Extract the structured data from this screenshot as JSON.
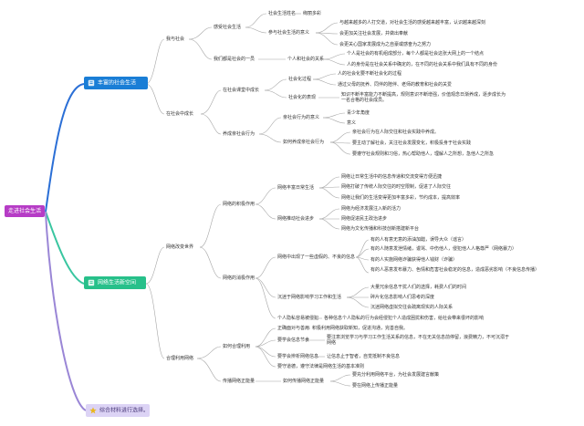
{
  "root": "走进社会生活",
  "colors": {
    "root_fill": "#b63cc6",
    "b1_fill": "#1a7ed6",
    "b1_line": "#2b6fd6",
    "b2_fill": "#27c08a",
    "b2_line": "#39c6a0",
    "b3_fill": "#dcd3f5",
    "b3_line": "#9a86d6",
    "connector": "#a6a6a6"
  },
  "branches": [
    {
      "label": "丰富的社会生活",
      "icon": "book-icon"
    },
    {
      "label": "网络生活新空间",
      "icon": "book-icon"
    },
    {
      "label": "综合材料进行选择。",
      "icon": "star-icon"
    }
  ],
  "n": {
    "b1_l2_a": "我与社会",
    "b1_l2_b": "在社会中成长",
    "b1_l3_a": "感受社会生活",
    "b1_l3_b": "我们都是社会的一员",
    "b1_l3_c": "在社会课堂中成长",
    "b1_l3_d": "养成亲社会行为",
    "b1_l4_a": "社会生活姓名",
    "b1_l4_b": "参与社会生活的意义",
    "b1_l4_c": "个人和社会的关系",
    "b1_l4_d": "社会化过程",
    "b1_l4_e": "社会化的表现",
    "b1_l4_f": "亲社会行为的意义",
    "b1_l4_g": "如何养成亲社会行为",
    "b1_l5_a": "绚丽多彩",
    "b1_l5_b": "与越来越多的人打交道，对社会生活的感受越来越丰富，认识越来越深刻",
    "b1_l5_c": "会更加关注社会发展，并做出奉献",
    "b1_l5_d": "会更关心国家发展成为之自豪或感奋为之努力",
    "b1_l5_e": "个人是社会的有机组成部分，每个人都是社会这张大网上的一个结点",
    "b1_l5_f": "人的身份是在社会关系中确定的，在不同的社会关系中我们具有不同的身份",
    "b1_l5_g": "人的社会化要不断社会化的过程",
    "b1_l5_h": "通过父母的抚养、同伴的陪伴、老师的教育和社会的关爱",
    "b1_l5_i": "知识不断丰富能力不断提高，规则意识不断增强，价值观念日渐养成，逐步成长为一名合格的社会成员。",
    "b1_l5_j": "青少年角度",
    "b1_l5_k": "意义",
    "b1_l5_l": "亲社会行为在人际交往和社会实践中养成。",
    "b1_l5_m": "要主动了解社会，关注社会发展变化，积极投身于社会实践",
    "b1_l5_n": "要遵守社会规则和习俗，热心帮助他人，理解人之所想，急他人之所急",
    "b2_l2_a": "网络改变世界",
    "b2_l2_b": "合理利用网络",
    "b2_l3_a": "网络的积极作用",
    "b2_l3_b": "网络的消极作用",
    "b2_l3_c": "如何合理利用",
    "b2_l3_d": "传播网络正能量",
    "b2_l4_a": "网络丰富日常生活",
    "b2_l4_b": "网络推动社会进步",
    "b2_l4_c": "网络中出现了一些虚假的、不良的信息",
    "b2_l4_d": "沉迷于网络影响学习工作和生活",
    "b2_l4_e": "个人隐私容易被侵犯",
    "b2_l4_f": "正确面对与善用",
    "b2_l4_g": "要学会信息节食",
    "b2_l4_h": "要学会辨析网络信息",
    "b2_l4_i": "如何传播网络正能量",
    "b2_l5_a": "网络让日常生活中的信息传递和交流变得方便迅捷",
    "b2_l5_b": "网络打破了传统人际交往的时空限制，促进了人际交往",
    "b2_l5_c": "网络让我们的生活变得更加丰富多彩，节约成本，提高效率",
    "b2_l5_d": "网络为经济发展注入新的活力",
    "b2_l5_e": "网络促进民主政治进步",
    "b2_l5_f": "网络为文化传播和科技创新搭建新平台",
    "b2_l5_g": "有的人有意无意的添油加醋，误导大众（谣言）",
    "b2_l5_h": "有的人随意发泄情绪，谩骂、中伤他人，侵犯他人人格尊严（网络暴力）",
    "b2_l5_i": "有的人实施网络诈骗获得他人钱财（诈骗）",
    "b2_l5_j": "有的人恶意发布暴力、色情和危害社会稳定的信息，造成恶劣影响（不良信息传播）",
    "b2_l5_k": "大量冗余信息干扰人们的选择，耗费人们的时间",
    "b2_l5_l": "碎片化信息影响人们思考的深度",
    "b2_l5_m": "沉迷网络虚拟交往会疏离现实的人际关系",
    "b2_l5_n": "各种信息个人隐私的行为会经侵犯个人造成困扰和伤害，给社会带来很坏的影响",
    "b2_l5_o": "积极利用网络获取新知，促进沟通，完善自我。",
    "b2_l5_p": "要注意浏览学习与学习工作生活关系的信息，不在无关信息前停留，浪费精力，不可沉溺于网络",
    "b2_l5_q": "让信息止于智者，自觉抵制不良信息",
    "b2_l5_r": "要守道德，遵守法律是网络生活的基本准则",
    "b2_l5_s": "要充分利用网络平台，为社会发展建言献策",
    "b2_l5_t": "要在网络上传播正能量"
  }
}
